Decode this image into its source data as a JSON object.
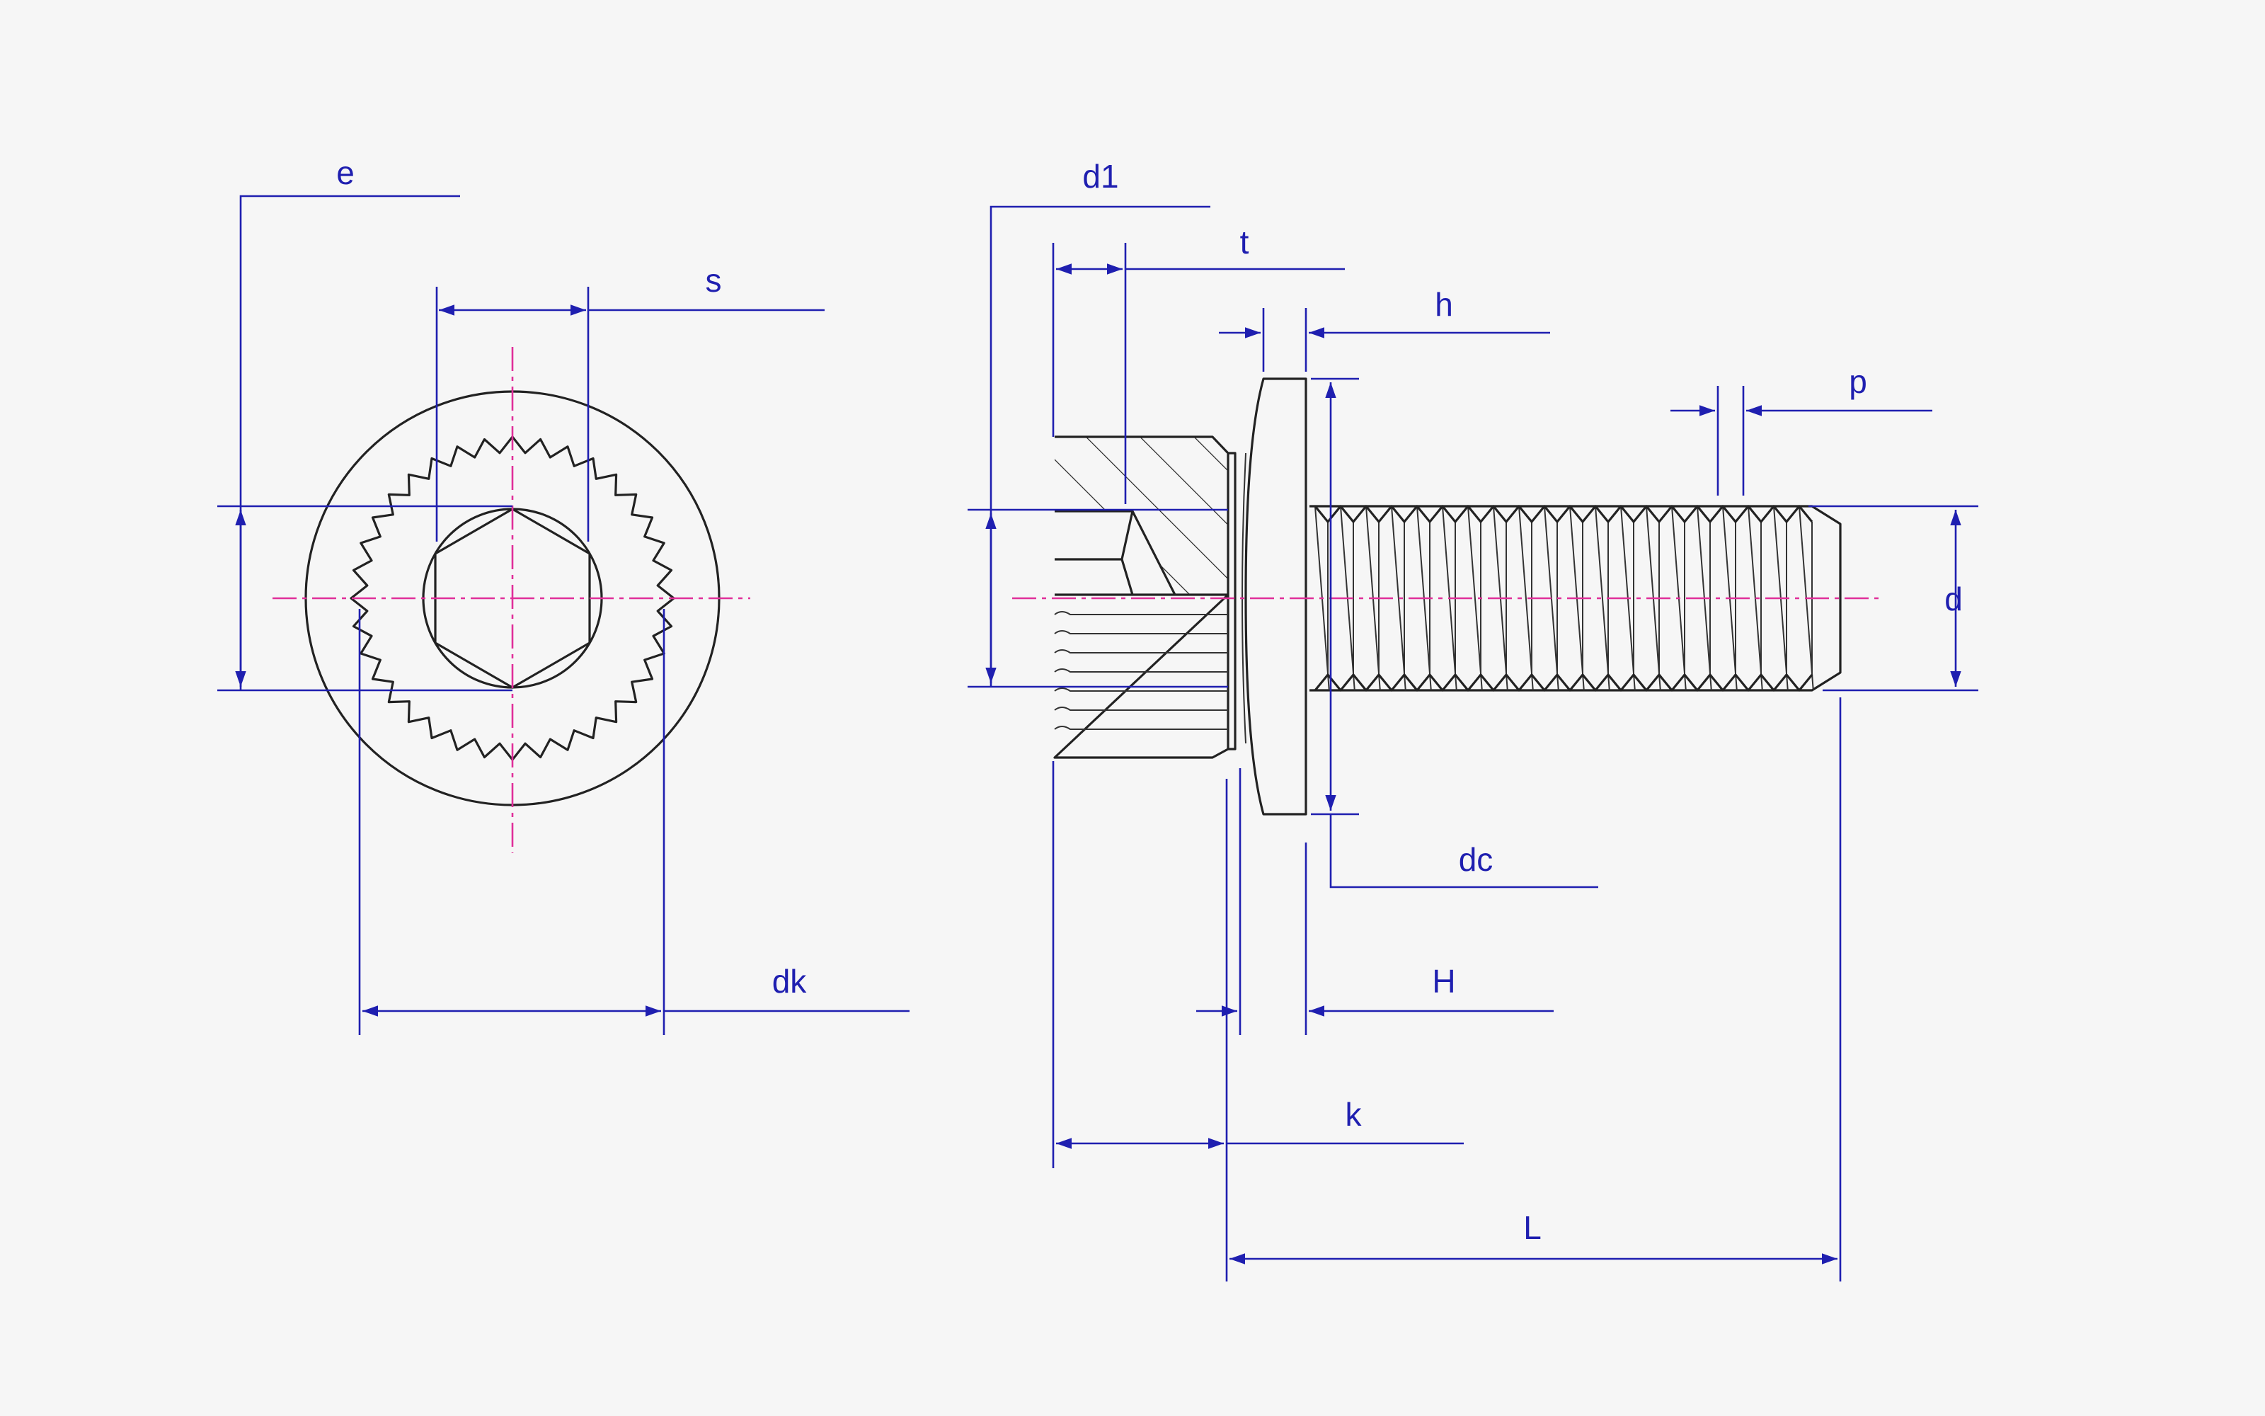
{
  "colors": {
    "background": "#f6f6f6",
    "object_line": "#222222",
    "dimension_line": "#1f1fb0",
    "center_line": "#e0309a"
  },
  "labels": {
    "e": "e",
    "s": "s",
    "dk": "dk",
    "d1": "d1",
    "t": "t",
    "h": "h",
    "p": "p",
    "d": "d",
    "dc": "dc",
    "H": "H",
    "k": "k",
    "L": "L"
  }
}
